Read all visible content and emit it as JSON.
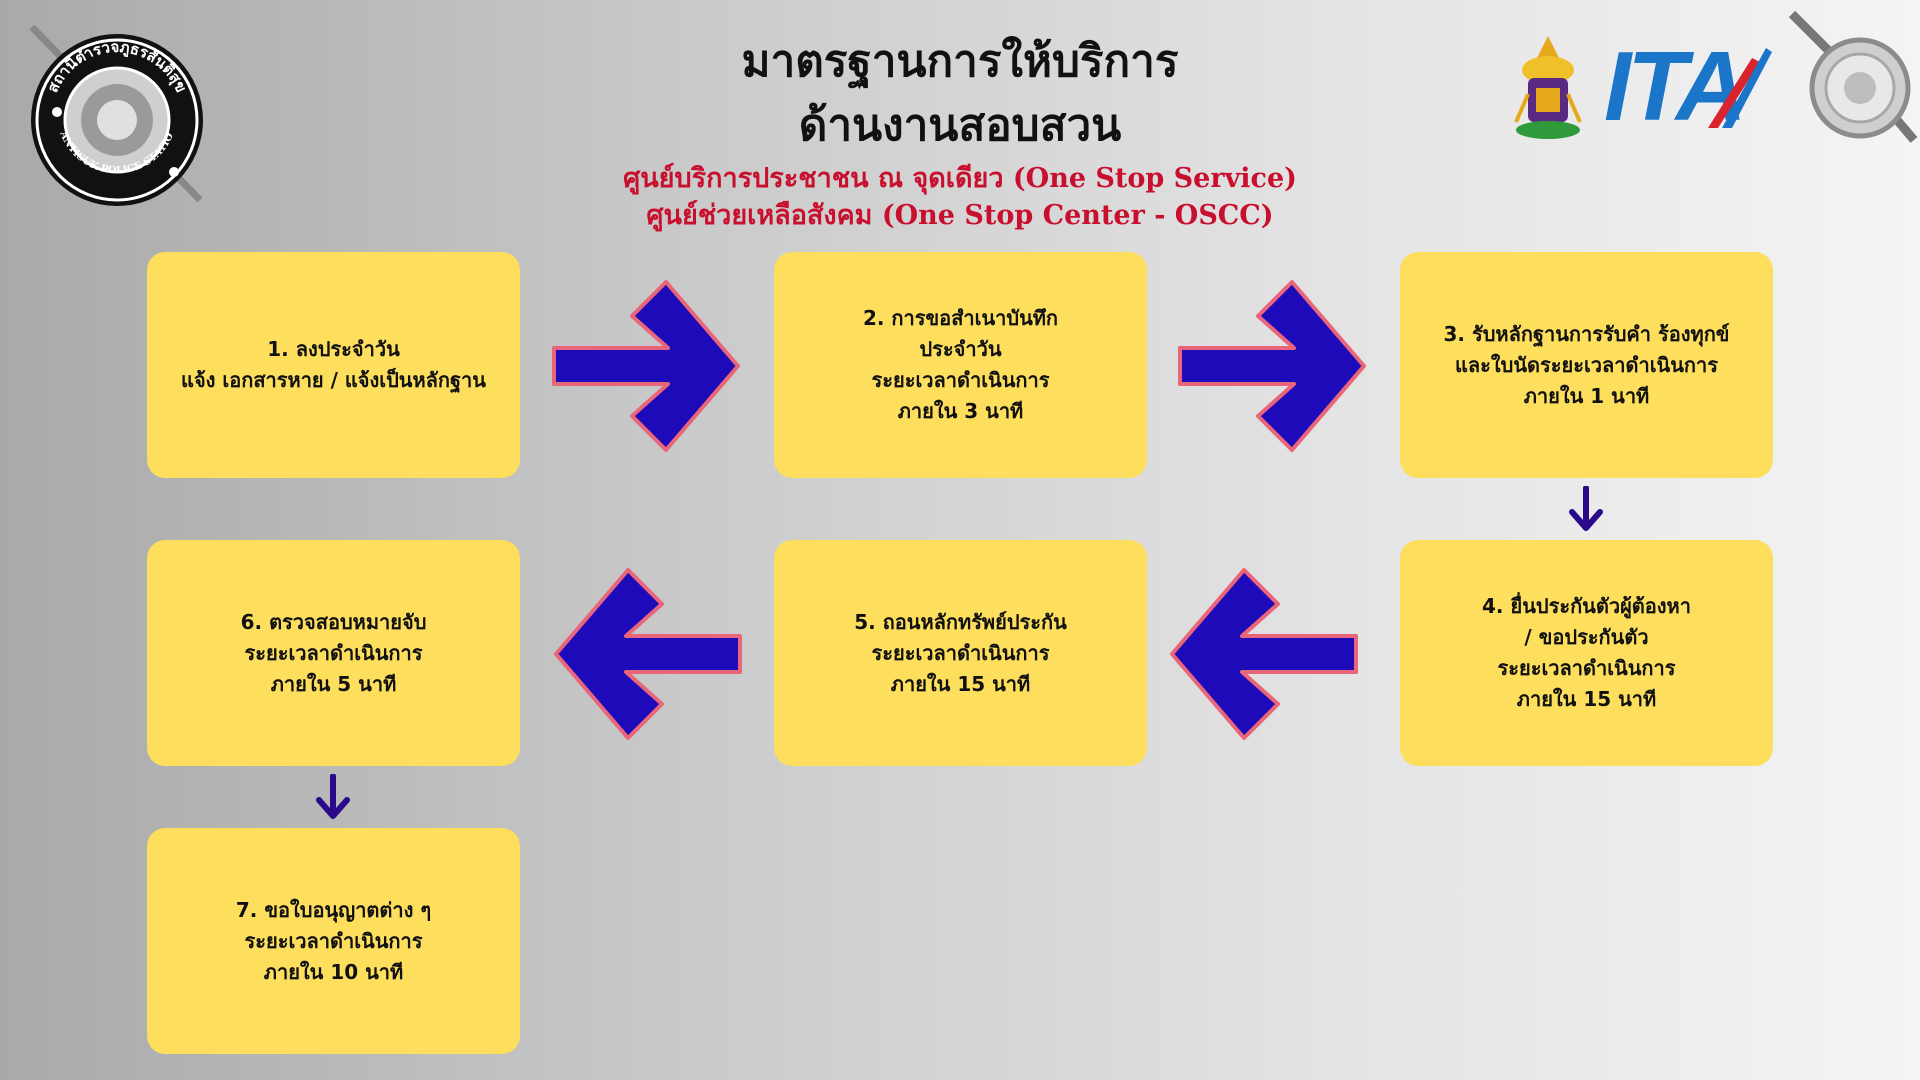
{
  "header": {
    "title_line1": "มาตรฐานการให้บริการ",
    "title_line2": "ด้านงานสอบสวน",
    "subtitle_line1": "ศูนย์บริการประชาชน ณ จุดเดียว (One Stop Service)",
    "subtitle_line2": "ศูนย์ช่วยเหลือสังคม (One Stop Center - OSCC)"
  },
  "logos": {
    "station_seal_text_top": "สถานีตำรวจภูธรสันติสุข",
    "station_seal_text_bottom": "SANTISUK POLICE STATION",
    "ita_text": "ITA"
  },
  "steps": [
    {
      "lines": [
        "1. ลงประจำวัน",
        "แจ้ง เอกสารหาย / แจ้งเป็นหลักฐาน"
      ]
    },
    {
      "lines": [
        "2. การขอสำเนาบันทึก",
        "ประจำวัน",
        "ระยะเวลาดำเนินการ",
        "ภายใน 3 นาที"
      ]
    },
    {
      "lines": [
        "3. รับหลักฐานการรับคำ ร้องทุกข์",
        "และใบนัดระยะเวลาดำเนินการ",
        "ภายใน 1 นาที"
      ]
    },
    {
      "lines": [
        "4. ยื่นประกันตัวผู้ต้องหา",
        "/ ขอประกันตัว",
        "ระยะเวลาดำเนินการ",
        "ภายใน 15 นาที"
      ]
    },
    {
      "lines": [
        "5. ถอนหลักทรัพย์ประกัน",
        "ระยะเวลาดำเนินการ",
        "ภายใน 15 นาที"
      ]
    },
    {
      "lines": [
        "6. ตรวจสอบหมายจับ",
        "ระยะเวลาดำเนินการ",
        "ภายใน 5 นาที"
      ]
    },
    {
      "lines": [
        "7. ขอใบอนุญาตต่าง ๆ",
        "ระยะเวลาดำเนินการ",
        "ภายใน 10 นาที"
      ]
    }
  ],
  "colors": {
    "box_fill": "#fdde5d",
    "arrow_fill": "#1d0ab8",
    "arrow_outline": "#e8657a",
    "small_arrow": "#2a0a8a",
    "subtitle": "#c8102e",
    "ita_blue": "#1b75c8",
    "ita_red": "#d9232d"
  },
  "icons": {
    "right_arrow": "arrow-right-icon",
    "left_arrow": "arrow-left-icon",
    "down_arrow": "arrow-down-icon",
    "seal": "police-seal-icon",
    "emblem": "royal-emblem-icon",
    "magnifier": "magnifier-seal-icon"
  }
}
